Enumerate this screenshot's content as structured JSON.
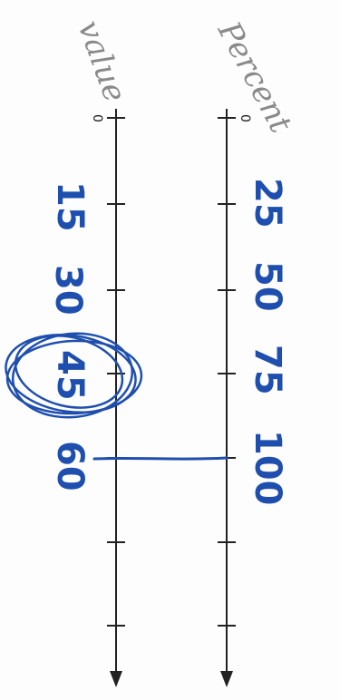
{
  "labels": {
    "value_axis": "value",
    "percent_axis": "Percent",
    "zero_value": "0",
    "zero_percent": "0"
  },
  "handwritten": {
    "value_marks": [
      "15",
      "30",
      "45",
      "60"
    ],
    "percent_marks": [
      "25",
      "50",
      "75",
      "100"
    ]
  },
  "colors": {
    "ink": "#1f4fae",
    "pencil": "#8a8a8a",
    "axis": "#222222"
  }
}
